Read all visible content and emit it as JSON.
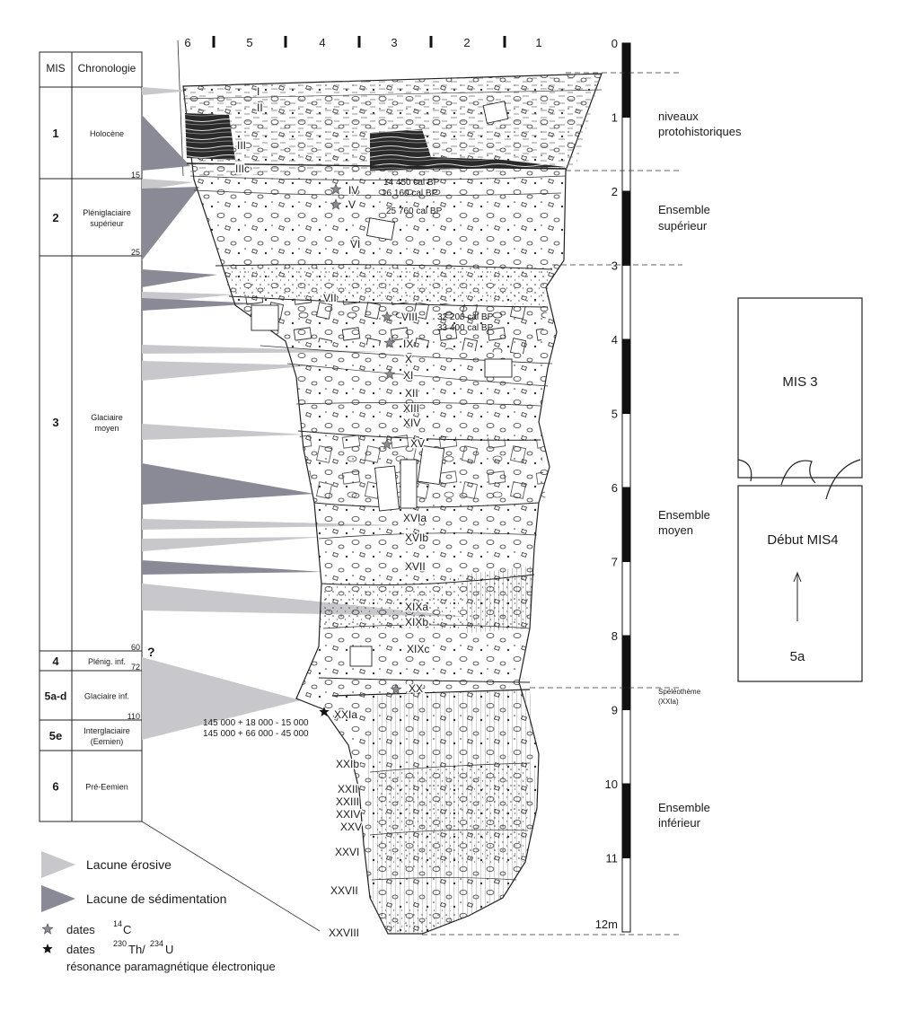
{
  "header": {
    "mis": "MIS",
    "chronology": "Chronologie"
  },
  "stages": [
    {
      "mis": "1",
      "label": [
        "Holocène"
      ],
      "boundary": "15"
    },
    {
      "mis": "2",
      "label": [
        "Pléniglaciaire",
        "supérieur"
      ],
      "boundary": "25"
    },
    {
      "mis": "3",
      "label": [
        "Glaciaire",
        "moyen"
      ],
      "boundary": "60"
    },
    {
      "mis": "4",
      "label": [
        "Plénig. inf."
      ],
      "boundary": "72"
    },
    {
      "mis": "5a-d",
      "label": [
        "Glaciaire inf."
      ],
      "boundary": "110"
    },
    {
      "mis": "5e",
      "label": [
        "Interglaciaire",
        "(Eemien)"
      ],
      "boundary": ""
    },
    {
      "mis": "6",
      "label": [
        "Pré-Eemien"
      ],
      "boundary": ""
    }
  ],
  "question_mark": "?",
  "section_columns": [
    "6",
    "5",
    "4",
    "3",
    "2",
    "1"
  ],
  "depth_scale": [
    "0",
    "1",
    "2",
    "3",
    "4",
    "5",
    "6",
    "7",
    "8",
    "9",
    "10",
    "11",
    "12m"
  ],
  "layers": [
    "I",
    "II",
    "III",
    "IIIc",
    "IV",
    "V",
    "VI",
    "VII",
    "VIII",
    "IX",
    "X",
    "XI",
    "XII",
    "XIII",
    "XIV",
    "XV",
    "XVIa",
    "XVIb",
    "XVII",
    "XIXa",
    "XIXb",
    "XIXc",
    "XX",
    "XXIa",
    "XXIb",
    "XXII",
    "XXIII",
    "XXIV",
    "XXV",
    "XXVI",
    "XXVII",
    "XXVIII"
  ],
  "dates": {
    "c14": [
      "14 450 cal BP",
      "16 160 cal BP",
      "25 760 cal BP",
      "32 200 cal BP",
      "33 400 cal BP"
    ],
    "uth": [
      "145 000 + 18 000 - 15 000",
      "145 000 + 66 000 - 45 000"
    ]
  },
  "ensembles": [
    {
      "lines": [
        "niveaux",
        "protohistoriques"
      ]
    },
    {
      "lines": [
        "Ensemble",
        "supérieur"
      ]
    },
    {
      "lines": [
        "Ensemble",
        "moyen"
      ]
    },
    {
      "lines": [
        "Spéléothème",
        "(XXIa)"
      ]
    },
    {
      "lines": [
        "Ensemble",
        "inférieur"
      ]
    }
  ],
  "boxes": {
    "mis3": "MIS 3",
    "mis4": "Début MIS4",
    "mis5a": "5a"
  },
  "legend": {
    "erosive": "Lacune érosive",
    "sedimentation": "Lacune de sédimentation",
    "dates": "dates",
    "c14_sup": "14",
    "c14_base": "C",
    "th_sup1": "230",
    "th_base1": "Th/",
    "th_sup2": "234",
    "th_base2": "U",
    "resonance": "résonance paramagnétique électronique"
  },
  "colors": {
    "erosive_gap": "#c8c8cc",
    "sedimentation_gap": "#8a8a96",
    "star_c14": "#8c8c94",
    "star_uth": "#111111"
  }
}
